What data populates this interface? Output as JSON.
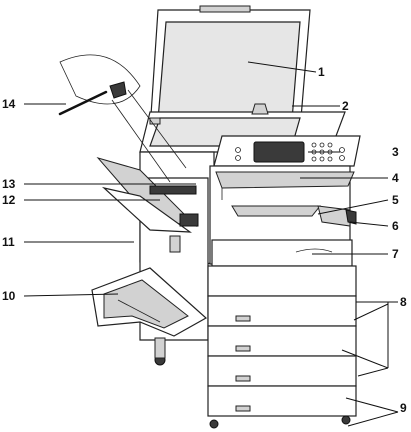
{
  "diagram": {
    "callouts": [
      {
        "id": "c1",
        "label": "1"
      },
      {
        "id": "c2",
        "label": "2"
      },
      {
        "id": "c3",
        "label": "3"
      },
      {
        "id": "c4",
        "label": "4"
      },
      {
        "id": "c5",
        "label": "5"
      },
      {
        "id": "c6",
        "label": "6"
      },
      {
        "id": "c7",
        "label": "7"
      },
      {
        "id": "c8",
        "label": "8"
      },
      {
        "id": "c9",
        "label": "9"
      },
      {
        "id": "c10",
        "label": "10"
      },
      {
        "id": "c11",
        "label": "11"
      },
      {
        "id": "c12",
        "label": "12"
      },
      {
        "id": "c13",
        "label": "13"
      },
      {
        "id": "c14",
        "label": "14"
      }
    ]
  },
  "colors": {
    "line": "#111111",
    "glass": "#e6e6e6",
    "shade": "#d2d2d2",
    "dark": "#3a3a3a",
    "background": "#ffffff"
  }
}
